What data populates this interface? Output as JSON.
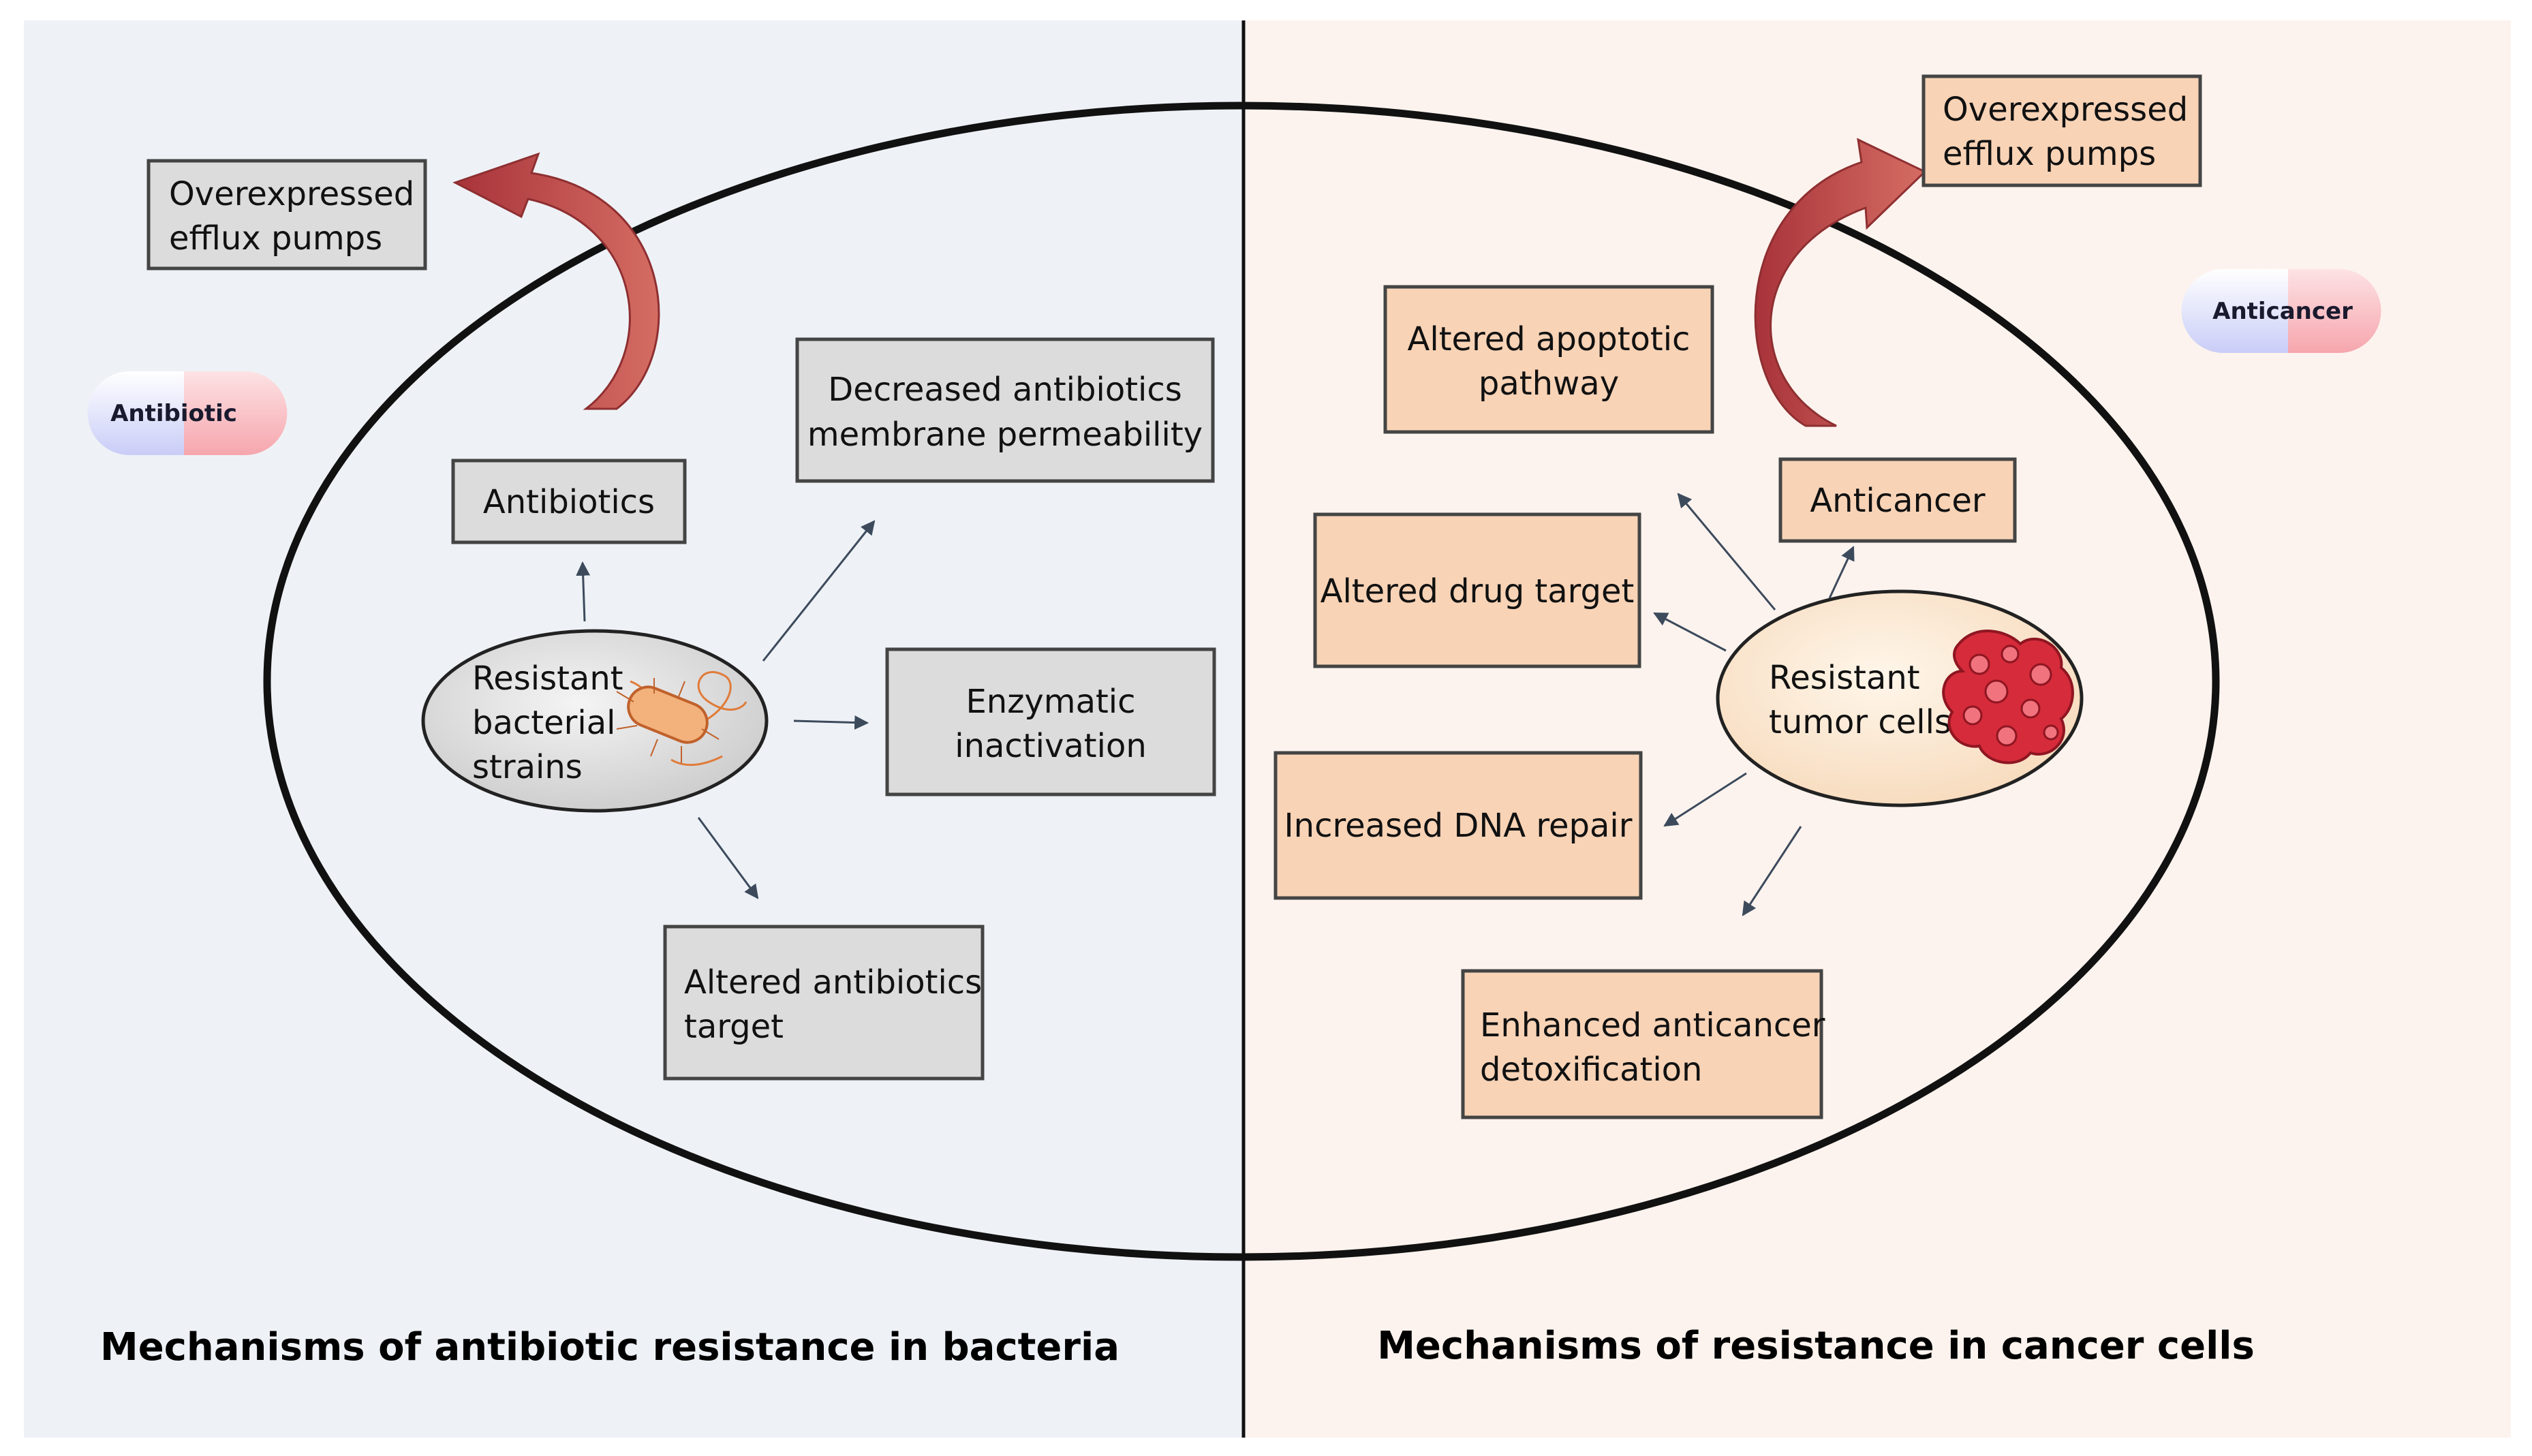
{
  "colors": {
    "left_background": "#eef2f6",
    "right_background": "#fdf3ee",
    "bacteria_box_fill": "#dcdcdc",
    "cancer_box_fill": "#f8d3b6",
    "curved_arrow": "#c0504d",
    "bacterium_color": "#e07b39",
    "tumor_color": "#d62b3a",
    "outline": "#111111"
  },
  "bacteria_panel": {
    "title": "Mechanisms of antibiotic resistance in bacteria",
    "pill_label": "Antibiotic",
    "center_label": [
      "Resistant",
      "bacterial",
      "strains"
    ],
    "center_icon": "bacterium-icon",
    "boxes": {
      "efflux": [
        "Overexpressed",
        "efflux pumps"
      ],
      "antibiotics": [
        "Antibiotics"
      ],
      "permeability": [
        "Decreased antibiotics",
        "membrane permeability"
      ],
      "enzymatic": [
        "Enzymatic",
        "inactivation"
      ],
      "target": [
        "Altered antibiotics",
        "target"
      ]
    }
  },
  "cancer_panel": {
    "title": "Mechanisms of resistance in cancer cells",
    "pill_label": "Anticancer",
    "center_label": [
      "Resistant",
      "tumor cells"
    ],
    "center_icon": "tumor-icon",
    "boxes": {
      "efflux": [
        "Overexpressed",
        "efflux pumps"
      ],
      "apoptotic": [
        "Altered apoptotic",
        "pathway"
      ],
      "anticancer": [
        "Anticancer"
      ],
      "drug_target": [
        "Altered drug target"
      ],
      "dna_repair": [
        "Increased DNA repair"
      ],
      "detox": [
        "Enhanced anticancer",
        "detoxification"
      ]
    }
  }
}
